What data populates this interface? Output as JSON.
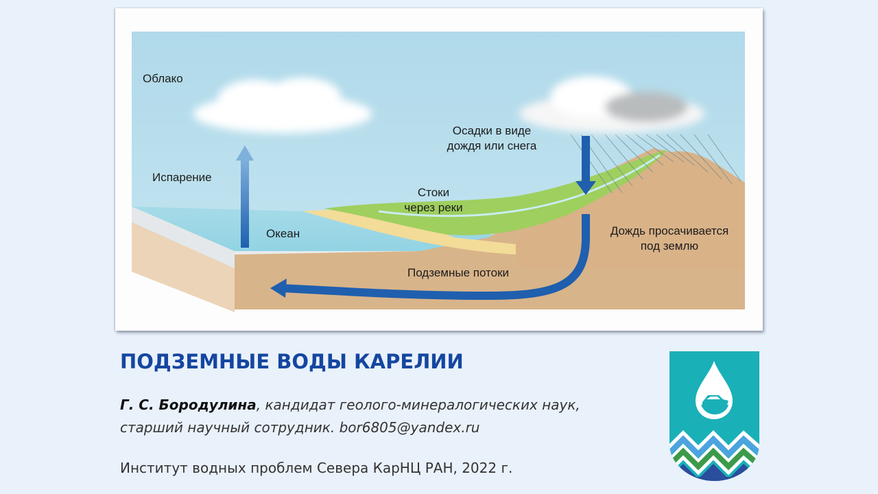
{
  "diagram": {
    "labels": {
      "cloud": "Облако",
      "evaporation": "Испарение",
      "ocean": "Океан",
      "precipitation_line1": "Осадки в виде",
      "precipitation_line2": "дождя или снега",
      "runoff_line1": "Стоки",
      "runoff_line2": "через реки",
      "infiltration_line1": "Дождь просачивается",
      "infiltration_line2": "под землю",
      "groundwater_flow": "Подземные потоки"
    },
    "colors": {
      "sky": "#b5dcea",
      "ocean": "#9fd7e6",
      "soil": "#d9b58a",
      "grass": "#9ccc5a",
      "sand": "#f0d890",
      "arrow": "#1f5fae"
    }
  },
  "title": "ПОДЗЕМНЫЕ ВОДЫ КАРЕЛИИ",
  "author": {
    "name": "Г. С. Бородулина",
    "degree": ", кандидат геолого-минералогических наук,",
    "position_email": "старший научный сотрудник. bor6805@yandex.ru"
  },
  "institution": "Институт водных проблем Севера КарНЦ РАН, 2022 г.",
  "logo": {
    "icon": "water-drop-boat-mountains-emblem",
    "colors": {
      "teal": "#1ab0b8",
      "light_blue": "#4da3e0",
      "green": "#3d9a4a",
      "dark_blue": "#2a4e9c"
    }
  }
}
